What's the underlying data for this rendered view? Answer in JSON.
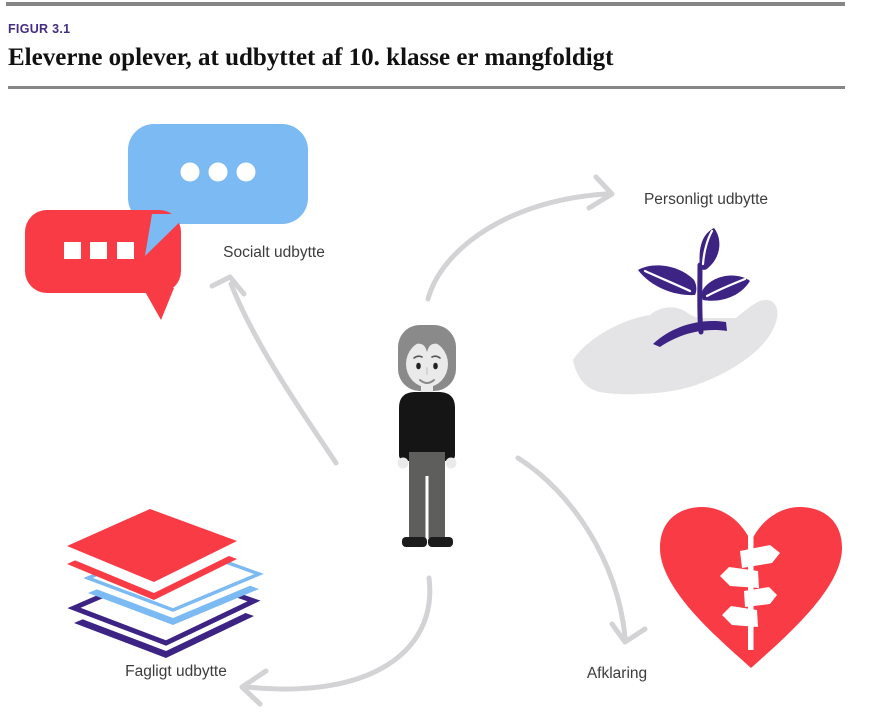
{
  "figure": {
    "kicker": "FIGUR 3.1",
    "title": "Eleverne oplever, at udbyttet af 10. klasse er mangfoldigt"
  },
  "diagram": {
    "center": {
      "name": "elev",
      "icon": "student-figure-icon"
    },
    "nodes": [
      {
        "label": "Socialt udbytte",
        "icon": "speech-bubbles-icon",
        "position": "top-left"
      },
      {
        "label": "Personligt udbytte",
        "icon": "hand-with-plant-icon",
        "position": "top-right"
      },
      {
        "label": "Fagligt udbytte",
        "icon": "book-stack-icon",
        "position": "bottom-left"
      },
      {
        "label": "Afklaring",
        "icon": "heart-signpost-icon",
        "position": "bottom-right"
      }
    ],
    "arrow_style": "curved-gray-open-head"
  },
  "colors": {
    "accent_red": "#f93b46",
    "accent_blue": "#7cbaf3",
    "accent_purple": "#3d2484",
    "kicker_purple": "#452d85",
    "arrow_gray": "#d3d3d5",
    "hand_gray": "#e4e4e6",
    "label_text": "#3c3c3c",
    "rule_gray": "#868686"
  }
}
